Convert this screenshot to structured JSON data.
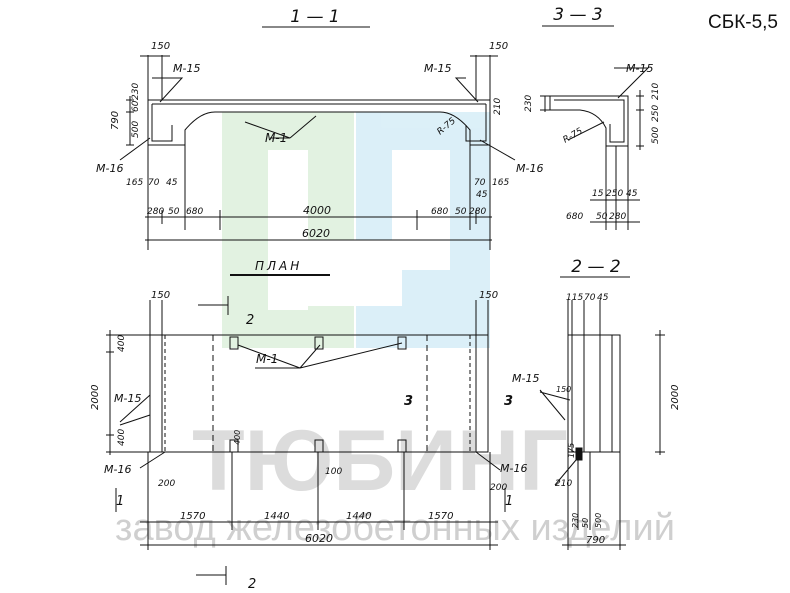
{
  "document": {
    "code": "СБК-5,5",
    "watermark_brand": "ТЮБИНГ",
    "watermark_tagline": "завод железобетонных изделий"
  },
  "views": {
    "section_1_1": "1 — 1",
    "section_3_3": "3 — 3",
    "plan": "ПЛАН",
    "section_2_2": "2 — 2"
  },
  "labels": {
    "m15": "М-15",
    "m16": "М-16",
    "m1": "М-1",
    "r75": "R-75",
    "mark1": "1",
    "mark2": "2",
    "mark3": "3"
  },
  "dims": {
    "d150": "150",
    "d230": "230",
    "d210": "210",
    "d790": "790",
    "d500": "500",
    "d60": "60",
    "d165": "165",
    "d70": "70",
    "d45": "45",
    "d280": "280",
    "d50": "50",
    "d680": "680",
    "d4000": "4000",
    "d6020": "6020",
    "d250": "250",
    "d15": "15",
    "d400": "400",
    "d2000": "2000",
    "d200": "200",
    "d100": "100",
    "d1570": "1570",
    "d1440": "1440",
    "d115": "115",
    "d175": "175"
  }
}
